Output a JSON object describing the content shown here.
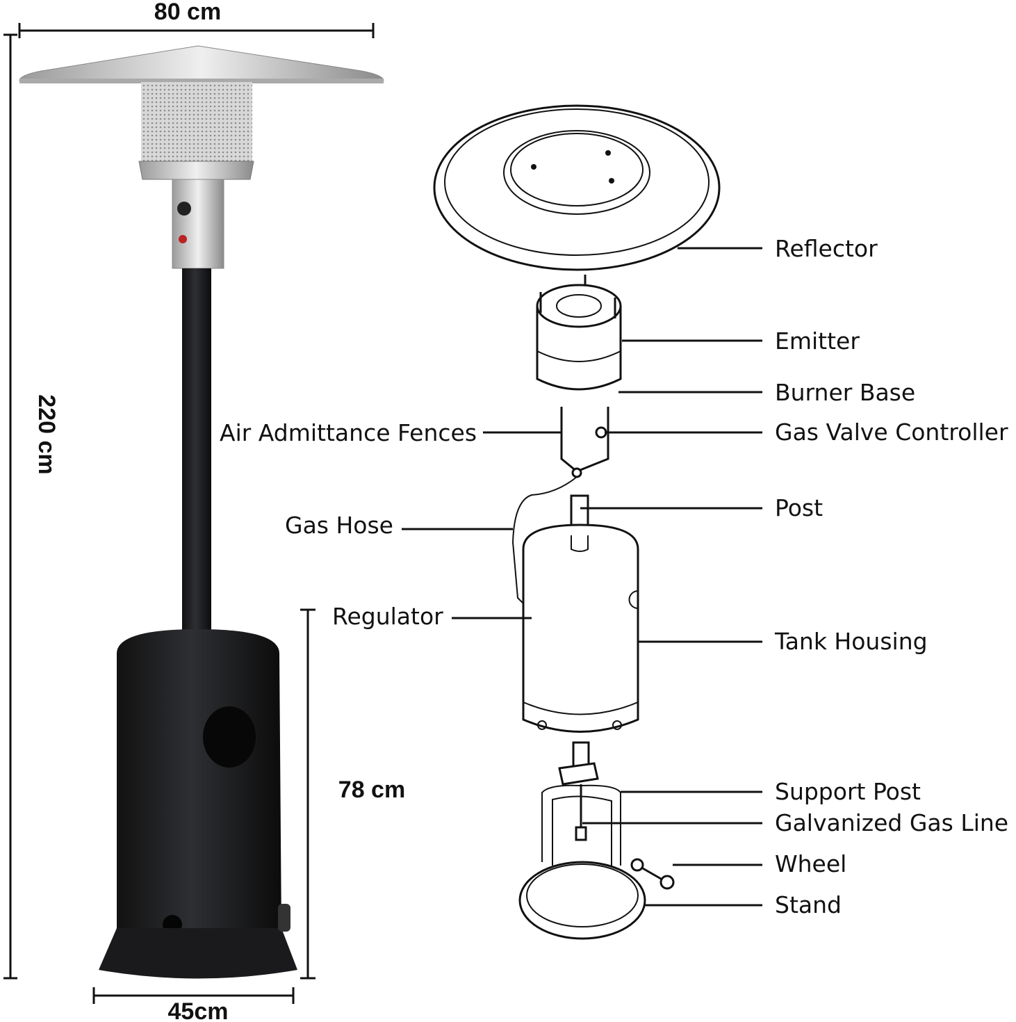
{
  "dimensions": {
    "width": "80 cm",
    "height": "220 cm",
    "tank_height": "78 cm",
    "base_width": "45cm"
  },
  "parts": {
    "reflector": "Reflector",
    "emitter": "Emitter",
    "burner_base": "Burner Base",
    "gas_valve_controller": "Gas Valve Controller",
    "air_admittance_fences": "Air Admittance Fences",
    "post": "Post",
    "gas_hose": "Gas Hose",
    "regulator": "Regulator",
    "tank_housing": "Tank Housing",
    "support_post": "Support Post",
    "galvanized_gas_line": "Galvanized Gas Line",
    "wheel": "Wheel",
    "stand": "Stand"
  },
  "colors": {
    "heater_body": "#1e1f22",
    "steel": "#c9c9c9"
  }
}
